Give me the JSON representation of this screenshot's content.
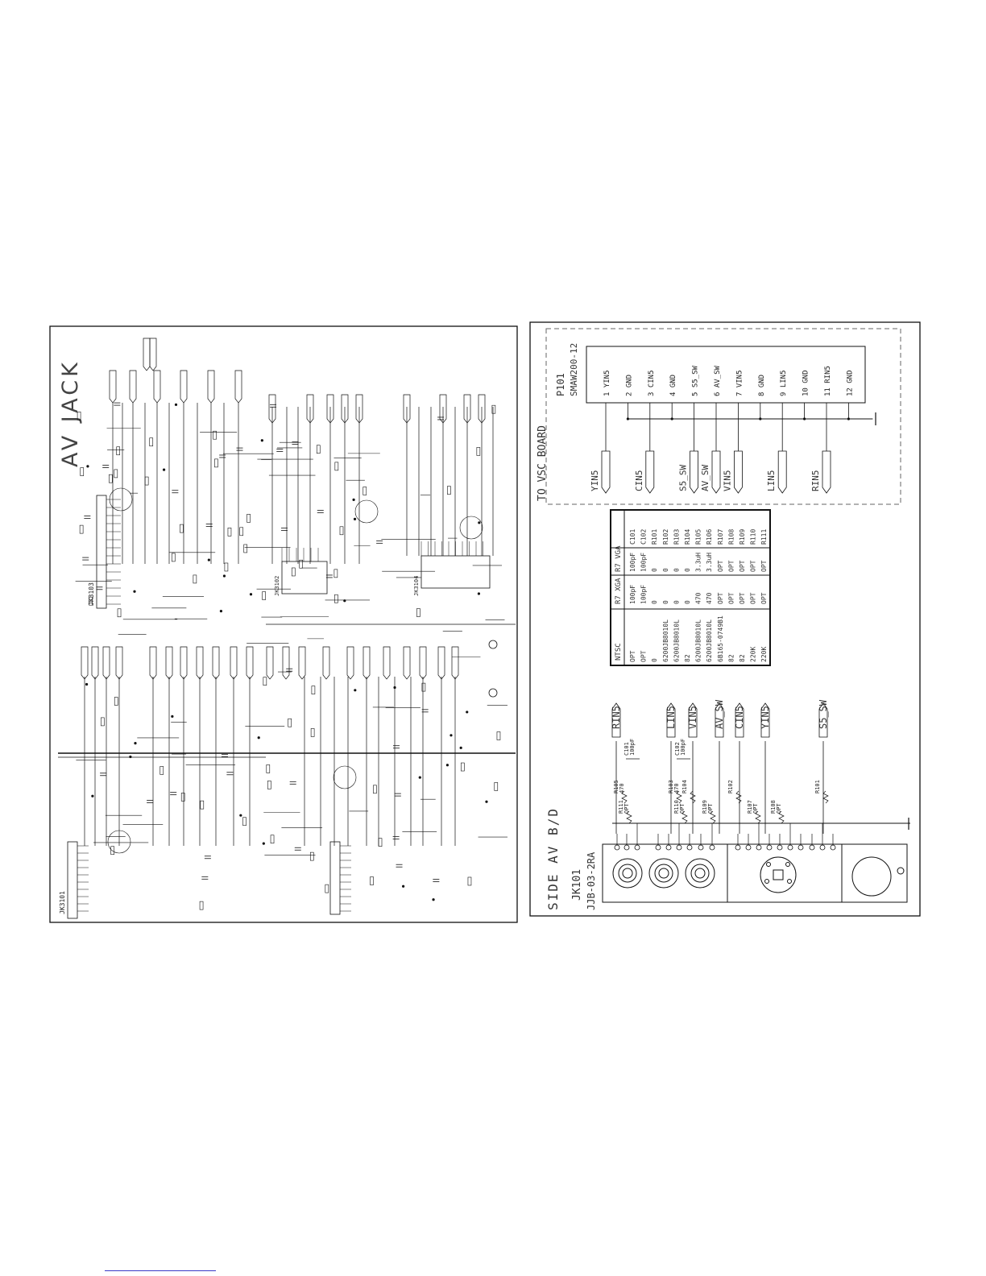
{
  "left_panel": {
    "title": "AV JACK",
    "connectors": [
      "JK3101",
      "JK3103",
      "JK3102",
      "JK3104"
    ]
  },
  "right_panel": {
    "title": "SIDE AV B/D",
    "jack_name": "JK101",
    "jack_part": "JJB-03-2RA",
    "board_label": "TO VSC BOARD",
    "header_name": "P101",
    "header_part": "SMAW200-12",
    "pins": [
      {
        "num": "1",
        "name": "YIN5"
      },
      {
        "num": "2",
        "name": "GND"
      },
      {
        "num": "3",
        "name": "CIN5"
      },
      {
        "num": "4",
        "name": "GND"
      },
      {
        "num": "5",
        "name": "S5_SW"
      },
      {
        "num": "6",
        "name": "AV_SW"
      },
      {
        "num": "7",
        "name": "VIN5"
      },
      {
        "num": "8",
        "name": "GND"
      },
      {
        "num": "9",
        "name": "LIN5"
      },
      {
        "num": "10",
        "name": "GND"
      },
      {
        "num": "11",
        "name": "RIN5"
      },
      {
        "num": "12",
        "name": "GND"
      }
    ],
    "board_signals": [
      "YIN5",
      "CIN5",
      "S5_SW",
      "AV_SW",
      "VIN5",
      "LIN5",
      "RIN5"
    ],
    "jack_signals": [
      "RIN5",
      "LIN5",
      "VIN5",
      "AV_SW",
      "CIN5",
      "YIN5",
      "S5_SW"
    ],
    "resistors": [
      {
        "ref": "R105",
        "val": "470"
      },
      {
        "ref": "R111",
        "val": "OPT"
      },
      {
        "ref": "R103",
        "val": "470"
      },
      {
        "ref": "R110",
        "val": "OPT"
      },
      {
        "ref": "R104",
        "val": ""
      },
      {
        "ref": "R109",
        "val": "OPT"
      },
      {
        "ref": "R102",
        "val": ""
      },
      {
        "ref": "R107",
        "val": "OPT"
      },
      {
        "ref": "R108",
        "val": "OPT"
      },
      {
        "ref": "R101",
        "val": ""
      }
    ],
    "capacitors": [
      {
        "ref": "C101",
        "val": "100pF"
      },
      {
        "ref": "C102",
        "val": "100pF"
      }
    ]
  },
  "option_table": {
    "headers": [
      "",
      "R7 VGA",
      "R7 XGA",
      "NTSC"
    ],
    "rows": [
      [
        "C101",
        "100pF",
        "100pF",
        "OPT"
      ],
      [
        "C102",
        "100pF",
        "100pF",
        "OPT"
      ],
      [
        "R101",
        "0",
        "0",
        "0"
      ],
      [
        "R102",
        "0",
        "0",
        "6200JB8010L"
      ],
      [
        "R103",
        "0",
        "0",
        "6200JB8010L"
      ],
      [
        "R104",
        "0",
        "0",
        "82"
      ],
      [
        "R105",
        "3.3uH",
        "470",
        "6200JB8010L"
      ],
      [
        "R106",
        "3.3uH",
        "470",
        "6200JB8010L"
      ],
      [
        "R107",
        "OPT",
        "OPT",
        "6B165-0749B1"
      ],
      [
        "R108",
        "OPT",
        "OPT",
        "82"
      ],
      [
        "R109",
        "OPT",
        "OPT",
        "82"
      ],
      [
        "R110",
        "OPT",
        "OPT",
        "220K"
      ],
      [
        "R111",
        "OPT",
        "OPT",
        "220K"
      ]
    ]
  }
}
